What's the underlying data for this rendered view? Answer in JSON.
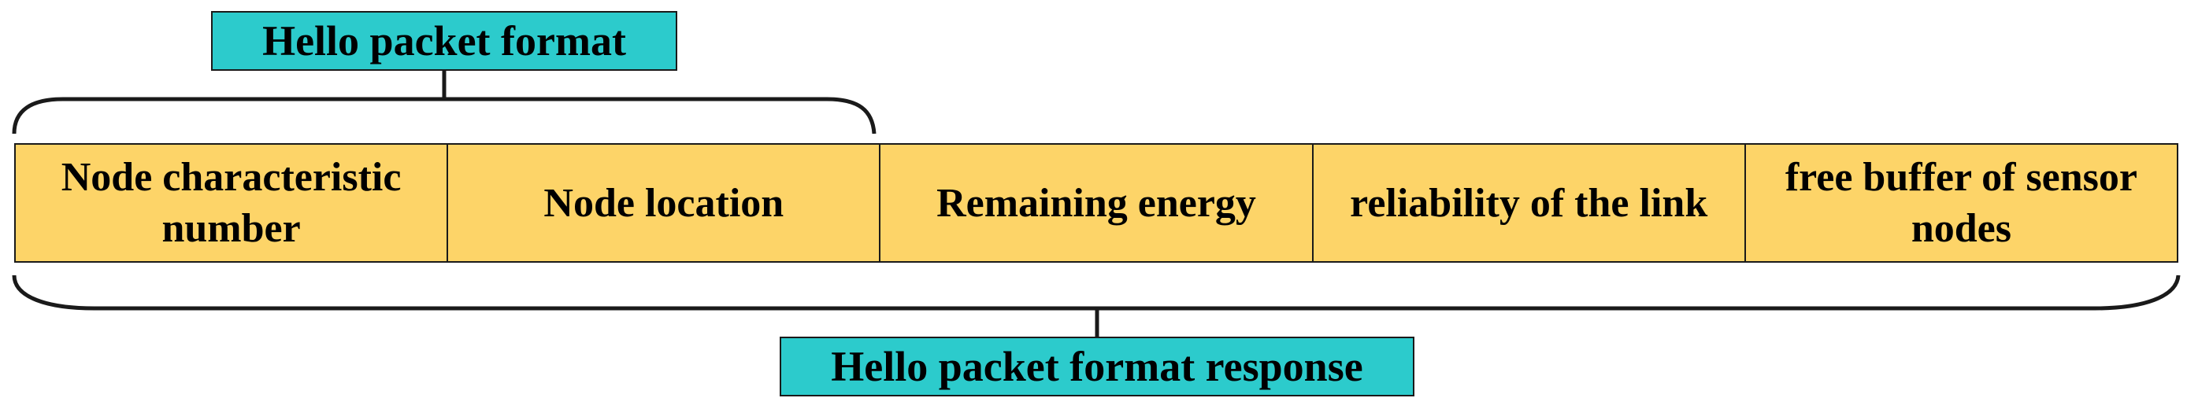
{
  "top_label": "Hello packet format",
  "bottom_label": "Hello packet format response",
  "fields": [
    "Node characteristic number",
    "Node location",
    "Remaining energy",
    "reliability of the link",
    "free buffer of sensor nodes"
  ],
  "colors": {
    "label_fill": "#2ccbcc",
    "field_fill": "#fdd468",
    "stroke": "#1a1a1a"
  }
}
